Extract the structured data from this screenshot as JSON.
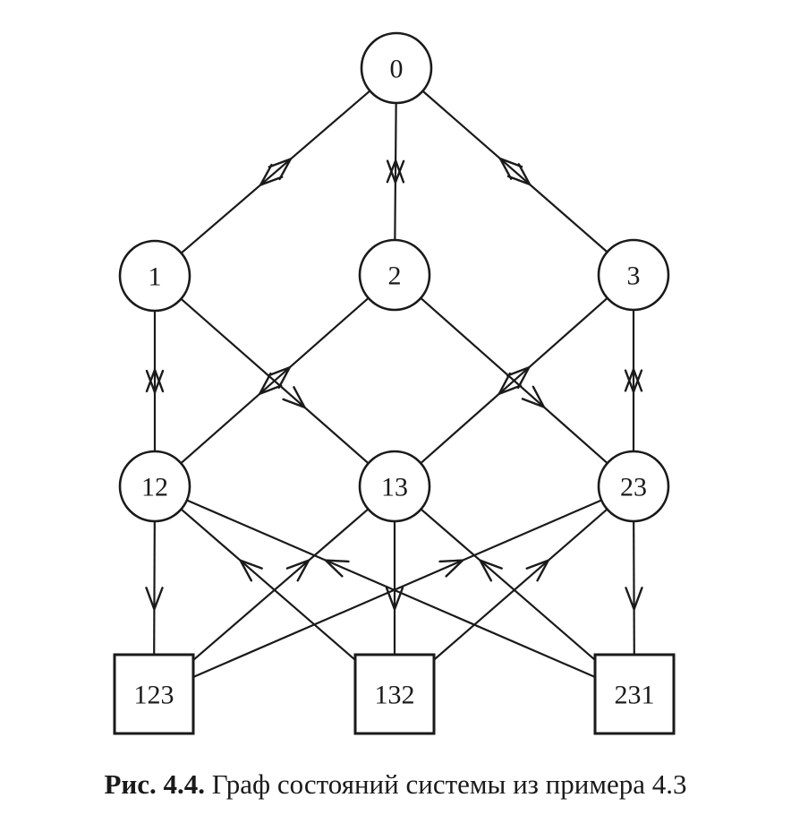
{
  "figure": {
    "caption_label": "Рис. 4.4.",
    "caption_text": "Граф состояний системы из примера 4.3"
  },
  "nodes": [
    {
      "id": "0",
      "label": "0",
      "shape": "circle"
    },
    {
      "id": "1",
      "label": "1",
      "shape": "circle"
    },
    {
      "id": "2",
      "label": "2",
      "shape": "circle"
    },
    {
      "id": "3",
      "label": "3",
      "shape": "circle"
    },
    {
      "id": "12",
      "label": "12",
      "shape": "circle"
    },
    {
      "id": "13",
      "label": "13",
      "shape": "circle"
    },
    {
      "id": "23",
      "label": "23",
      "shape": "circle"
    },
    {
      "id": "123",
      "label": "123",
      "shape": "square"
    },
    {
      "id": "132",
      "label": "132",
      "shape": "square"
    },
    {
      "id": "231",
      "label": "231",
      "shape": "square"
    }
  ],
  "edges": [
    {
      "from": "0",
      "to": "1",
      "arrows": "both"
    },
    {
      "from": "0",
      "to": "2",
      "arrows": "both"
    },
    {
      "from": "0",
      "to": "3",
      "arrows": "both"
    },
    {
      "from": "1",
      "to": "12",
      "arrows": "both"
    },
    {
      "from": "1",
      "to": "13",
      "arrows": "forward"
    },
    {
      "from": "12",
      "to": "2",
      "arrows": "both"
    },
    {
      "from": "2",
      "to": "23",
      "arrows": "forward"
    },
    {
      "from": "13",
      "to": "3",
      "arrows": "both"
    },
    {
      "from": "3",
      "to": "23",
      "arrows": "both"
    },
    {
      "from": "12",
      "to": "123",
      "arrows": "forward"
    },
    {
      "from": "132",
      "to": "12",
      "arrows": "forward"
    },
    {
      "from": "231",
      "to": "12",
      "arrows": "forward"
    },
    {
      "from": "123",
      "to": "13",
      "arrows": "forward"
    },
    {
      "from": "13",
      "to": "132",
      "arrows": "forward"
    },
    {
      "from": "231",
      "to": "13",
      "arrows": "forward"
    },
    {
      "from": "123",
      "to": "23",
      "arrows": "forward"
    },
    {
      "from": "132",
      "to": "23",
      "arrows": "forward"
    },
    {
      "from": "23",
      "to": "231",
      "arrows": "forward"
    }
  ]
}
